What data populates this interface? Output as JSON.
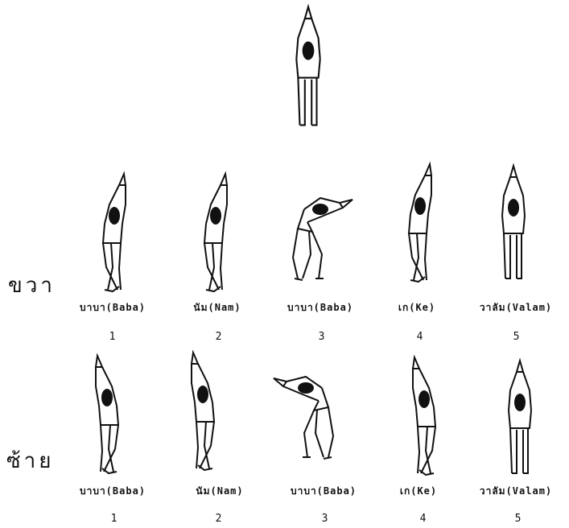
{
  "rows": {
    "right": {
      "side_label": "ขวา",
      "poses": [
        {
          "name": "บาบา(Baba)",
          "number": "1"
        },
        {
          "name": "นัม(Nam)",
          "number": "2"
        },
        {
          "name": "บาบา(Baba)",
          "number": "3"
        },
        {
          "name": "เก(Ke)",
          "number": "4"
        },
        {
          "name": "วาลัม(Valam)",
          "number": "5"
        }
      ]
    },
    "left": {
      "side_label": "ซ้าย",
      "poses": [
        {
          "name": "บาบา(Baba)",
          "number": "1"
        },
        {
          "name": "นัม(Nam)",
          "number": "2"
        },
        {
          "name": "บาบา(Baba)",
          "number": "3"
        },
        {
          "name": "เก(Ke)",
          "number": "4"
        },
        {
          "name": "วาลัม(Valam)",
          "number": "5"
        }
      ]
    }
  },
  "colors": {
    "ink": "#111111",
    "paper": "#ffffff"
  }
}
